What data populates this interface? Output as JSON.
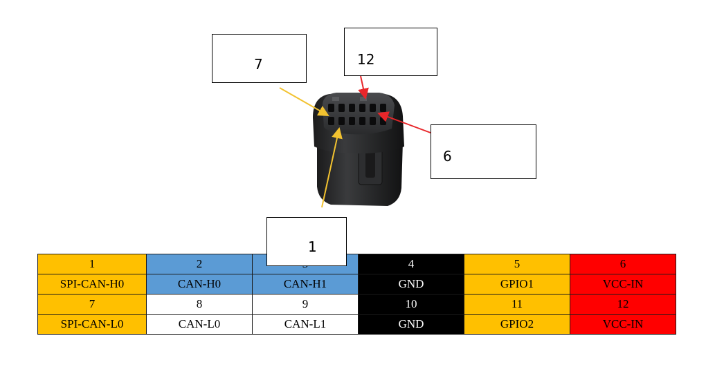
{
  "callouts": {
    "c7": "7",
    "c12": "12",
    "c6": "6",
    "c1": "1"
  },
  "colors": {
    "orange": "#FFC000",
    "blue": "#5B9BD5",
    "black": "#000000",
    "red": "#FF0000",
    "white": "#FFFFFF",
    "arrow_yellow": "#F2C230",
    "arrow_red": "#E8262A"
  },
  "pin_table": {
    "rows": [
      [
        {
          "text": "1",
          "color": "orange"
        },
        {
          "text": "2",
          "color": "blue"
        },
        {
          "text": "3",
          "color": "blue"
        },
        {
          "text": "4",
          "color": "black"
        },
        {
          "text": "5",
          "color": "orange"
        },
        {
          "text": "6",
          "color": "red"
        }
      ],
      [
        {
          "text": "SPI-CAN-H0",
          "color": "orange"
        },
        {
          "text": "CAN-H0",
          "color": "blue"
        },
        {
          "text": "CAN-H1",
          "color": "blue"
        },
        {
          "text": "GND",
          "color": "black"
        },
        {
          "text": "GPIO1",
          "color": "orange"
        },
        {
          "text": "VCC-IN",
          "color": "red"
        }
      ],
      [
        {
          "text": "7",
          "color": "orange"
        },
        {
          "text": "8",
          "color": "white"
        },
        {
          "text": "9",
          "color": "white"
        },
        {
          "text": "10",
          "color": "black"
        },
        {
          "text": "11",
          "color": "orange"
        },
        {
          "text": "12",
          "color": "red"
        }
      ],
      [
        {
          "text": "SPI-CAN-L0",
          "color": "orange"
        },
        {
          "text": "CAN-L0",
          "color": "white"
        },
        {
          "text": "CAN-L1",
          "color": "white"
        },
        {
          "text": "GND",
          "color": "black"
        },
        {
          "text": "GPIO2",
          "color": "orange"
        },
        {
          "text": "VCC-IN",
          "color": "red"
        }
      ]
    ]
  }
}
